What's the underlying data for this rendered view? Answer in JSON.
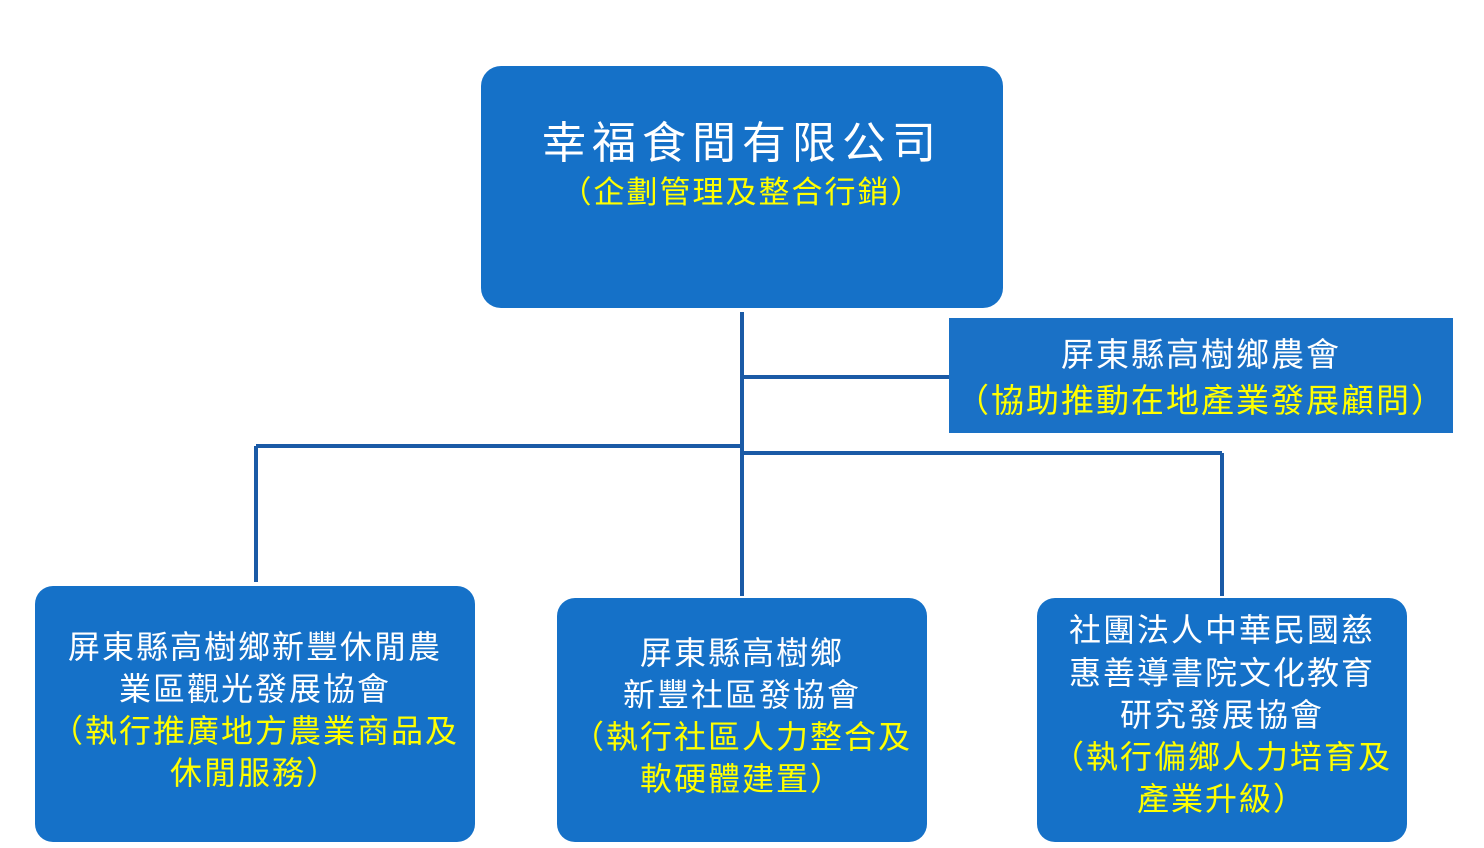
{
  "colors": {
    "box_fill": "#1571c8",
    "primary_text": "#ffffff",
    "secondary_text": "#ffff00",
    "connector": "#1a5aa6"
  },
  "company": {
    "title": "幸福食間有限公司",
    "role": "（企劃管理及整合行銷）"
  },
  "advisor": {
    "name": "屏東縣高樹鄉農會",
    "role": "（協助推動在地產業發展顧問）"
  },
  "partners": [
    {
      "name_lines": [
        "屏東縣高樹鄉新豐休閒農",
        "業區觀光發展協會"
      ],
      "role_lines": [
        "（執行推廣地方農業商品及",
        "休閒服務）"
      ]
    },
    {
      "name_lines": [
        "屏東縣高樹鄉",
        "新豐社區發協會"
      ],
      "role_lines": [
        "（執行社區人力整合及",
        "軟硬體建置）"
      ]
    },
    {
      "name_lines": [
        "社團法人中華民國慈",
        "惠善導書院文化教育",
        "研究發展協會"
      ],
      "role_lines": [
        "（執行偏鄉人力培育及",
        "產業升級）"
      ]
    }
  ]
}
